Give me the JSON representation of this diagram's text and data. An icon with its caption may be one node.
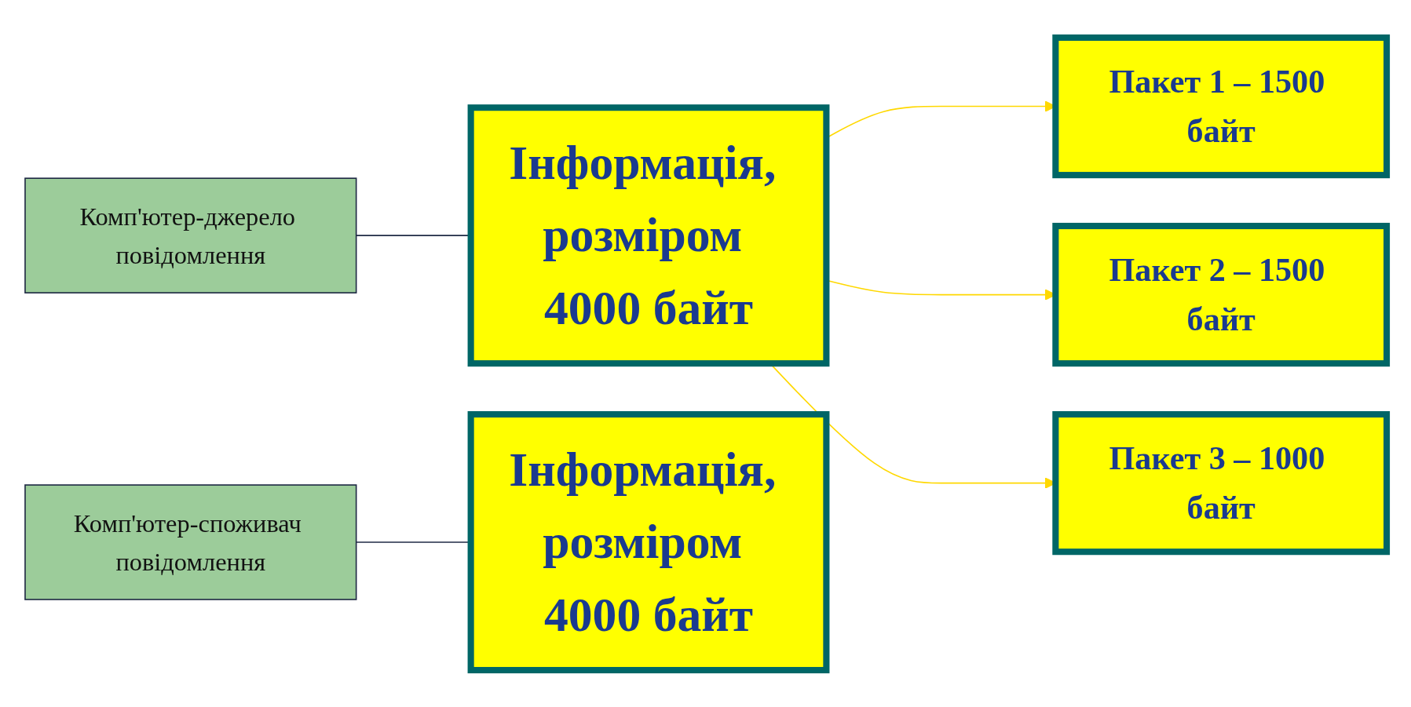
{
  "diagram": {
    "nodes": [
      {
        "text": [
          "Комп'ютер-джерело повідомлення"
        ]
      },
      {
        "text": [
          "Інформація, розміром 4000 байт"
        ]
      },
      {
        "text": [
          "Пакет 1 – 1500 байт"
        ]
      },
      {
        "text": [
          "Пакет 2 – 1500 байт"
        ]
      },
      {
        "text": [
          "Пакет 3 – 1000 байт"
        ]
      },
      {
        "text": [
          "Комп'ютер-споживач повідомлення"
        ]
      },
      {
        "text": [
          "Інформація, розміром 4000 байт"
        ]
      }
    ],
    "edges": [
      {
        "from": 0,
        "to": 1,
        "arrow": "none",
        "color": "#1f2a44"
      },
      {
        "from": 1,
        "to": 2,
        "arrow": "to"
      },
      {
        "from": 1,
        "to": 3,
        "arrow": "to"
      },
      {
        "from": 1,
        "to": 4,
        "arrow": "to"
      },
      {
        "from": 5,
        "to": 6,
        "arrow": "none",
        "color": "#1f2a44"
      }
    ]
  }
}
